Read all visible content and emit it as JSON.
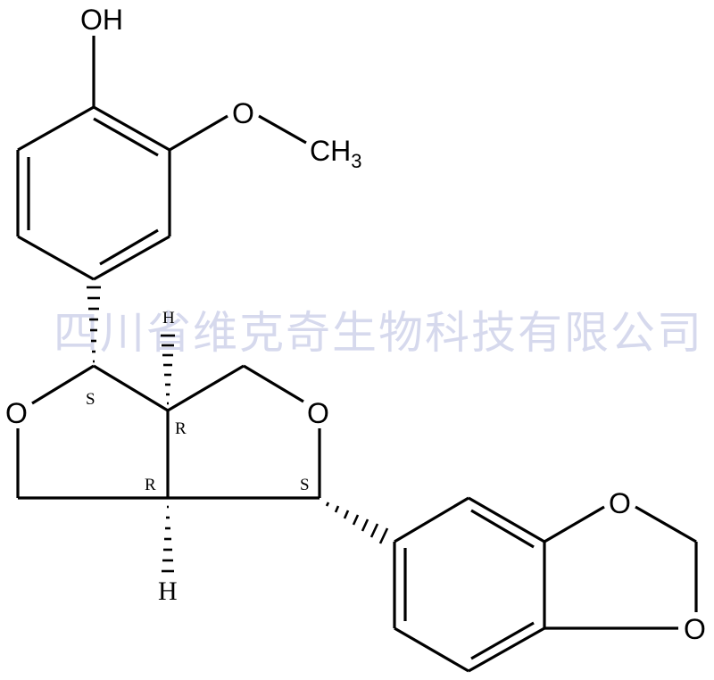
{
  "watermark": "四川省维克奇生物科技有限公司",
  "atoms": {
    "oh": "OH",
    "o_methoxy": "O",
    "ch3_c": "CH",
    "ch3_sub": "3",
    "o_left_ring": "O",
    "o_right_ring": "O",
    "o_dioxole_top": "O",
    "o_dioxole_bottom": "O",
    "h_bottom": "H",
    "h_top": "H"
  },
  "stereo_labels": {
    "c1": "S",
    "c_top_bridge": "R",
    "c_bottom_bridge": "R",
    "c4": "S"
  },
  "colors": {
    "bond": "#000000",
    "watermark": "#c9cde8",
    "background": "#ffffff"
  }
}
